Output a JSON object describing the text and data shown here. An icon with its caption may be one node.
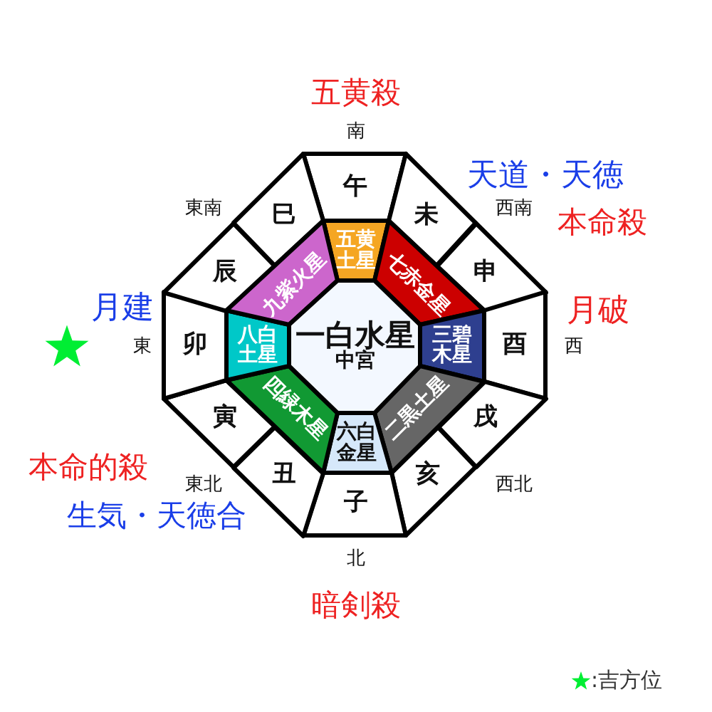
{
  "diagram": {
    "nodes": [
      {
        "text": [
          "午"
        ]
      },
      {
        "text": [
          "未"
        ]
      },
      {
        "text": [
          "申"
        ]
      },
      {
        "text": [
          "酉"
        ]
      },
      {
        "text": [
          "戌"
        ]
      },
      {
        "text": [
          "亥"
        ]
      },
      {
        "text": [
          "子"
        ]
      },
      {
        "text": [
          "丑"
        ]
      },
      {
        "text": [
          "寅"
        ]
      },
      {
        "text": [
          "卯"
        ]
      },
      {
        "text": [
          "辰"
        ]
      },
      {
        "text": [
          "巳"
        ]
      },
      {
        "text": [
          "五黄土星"
        ]
      },
      {
        "text": [
          "七赤金星"
        ]
      },
      {
        "text": [
          "三碧木星"
        ]
      },
      {
        "text": [
          "二黒土星"
        ]
      },
      {
        "text": [
          "六白金星"
        ]
      },
      {
        "text": [
          "四緑木星"
        ]
      },
      {
        "text": [
          "八白土星"
        ]
      },
      {
        "text": [
          "九紫火星"
        ]
      },
      {
        "text": [
          "一白水星",
          "中宮"
        ]
      }
    ],
    "labels": [
      "五黄殺",
      "南",
      "天道・天徳",
      "東南",
      "西南",
      "本命殺",
      "月建",
      "月破",
      "東",
      "西",
      "本命的殺",
      "東北",
      "西北",
      "生気・天徳合",
      "北",
      "暗剣殺"
    ],
    "legend": [
      {
        "text": ":吉方位"
      }
    ]
  }
}
